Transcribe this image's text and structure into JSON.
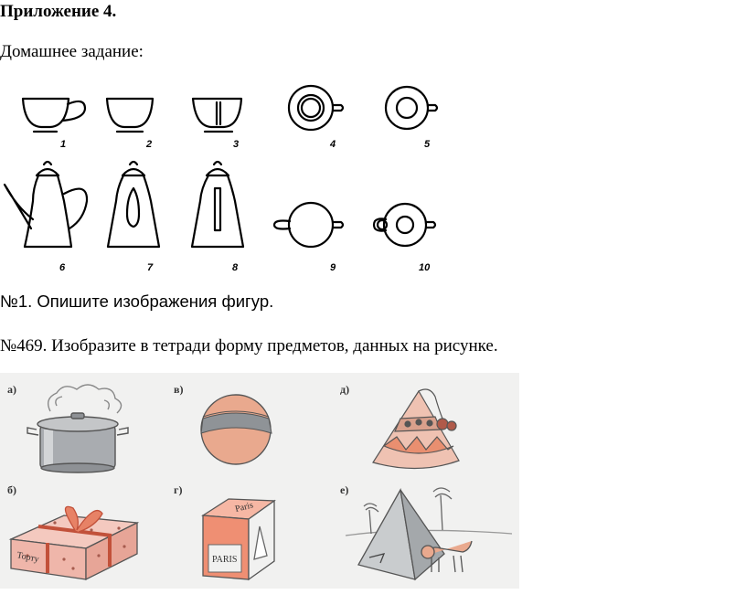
{
  "document": {
    "heading": "Приложение 4.",
    "homework_label": "Домашнее задание:",
    "task1": "№1. Опишите изображения фигур.",
    "task2": "№469. Изобразите в тетради форму предметов, данных на рисунке."
  },
  "figure_views": {
    "labels": [
      "1",
      "2",
      "3",
      "4",
      "5",
      "6",
      "7",
      "8",
      "9",
      "10"
    ]
  },
  "objects_figure": {
    "labels": [
      "а)",
      "в)",
      "д)",
      "б)",
      "г)",
      "е)"
    ],
    "box_inscription": "Торту",
    "cube_texts": [
      "PARIS",
      "Paris"
    ]
  },
  "colors": {
    "ink": "#000000",
    "figure_background": "#f1f1f0",
    "pan_gray": "#a9acb0",
    "ball_salmon": "#e9a98e",
    "gift_pink": "#efb6aa",
    "cube_face": "#ef8f73",
    "pyramid_gray": "#b3b7ba"
  }
}
